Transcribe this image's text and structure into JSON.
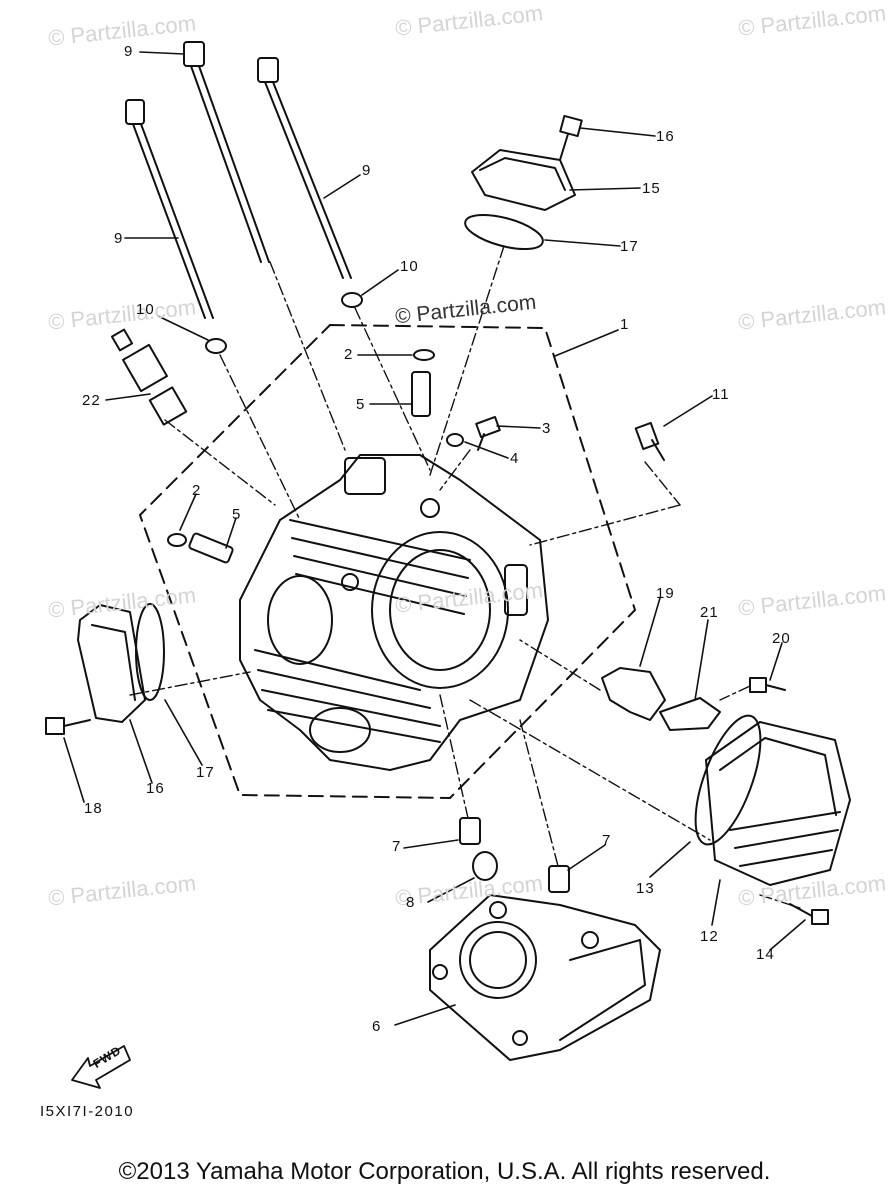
{
  "watermark": {
    "text": "© Partzilla.com",
    "center_text": "© Partzilla.com"
  },
  "callouts": [
    {
      "id": "c9a",
      "text": "9"
    },
    {
      "id": "c9b",
      "text": "9"
    },
    {
      "id": "c9c",
      "text": "9"
    },
    {
      "id": "c10a",
      "text": "10"
    },
    {
      "id": "c10b",
      "text": "10"
    },
    {
      "id": "c22",
      "text": "22"
    },
    {
      "id": "c2a",
      "text": "2"
    },
    {
      "id": "c5a",
      "text": "5"
    },
    {
      "id": "c3",
      "text": "3"
    },
    {
      "id": "c4",
      "text": "4"
    },
    {
      "id": "c1",
      "text": "1"
    },
    {
      "id": "c16a",
      "text": "16"
    },
    {
      "id": "c15",
      "text": "15"
    },
    {
      "id": "c17a",
      "text": "17"
    },
    {
      "id": "c11",
      "text": "11"
    },
    {
      "id": "c2b",
      "text": "2"
    },
    {
      "id": "c5b",
      "text": "5"
    },
    {
      "id": "c19",
      "text": "19"
    },
    {
      "id": "c21",
      "text": "21"
    },
    {
      "id": "c20",
      "text": "20"
    },
    {
      "id": "c18",
      "text": "18"
    },
    {
      "id": "c16b",
      "text": "16"
    },
    {
      "id": "c17b",
      "text": "17"
    },
    {
      "id": "c7a",
      "text": "7"
    },
    {
      "id": "c7b",
      "text": "7"
    },
    {
      "id": "c8",
      "text": "8"
    },
    {
      "id": "c13",
      "text": "13"
    },
    {
      "id": "c12",
      "text": "12"
    },
    {
      "id": "c14",
      "text": "14"
    },
    {
      "id": "c6",
      "text": "6"
    }
  ],
  "fwd_label": "FWD",
  "diagram_code": "I5XI7I-2010",
  "copyright": "©2013 Yamaha Motor Corporation, U.S.A. All rights reserved."
}
